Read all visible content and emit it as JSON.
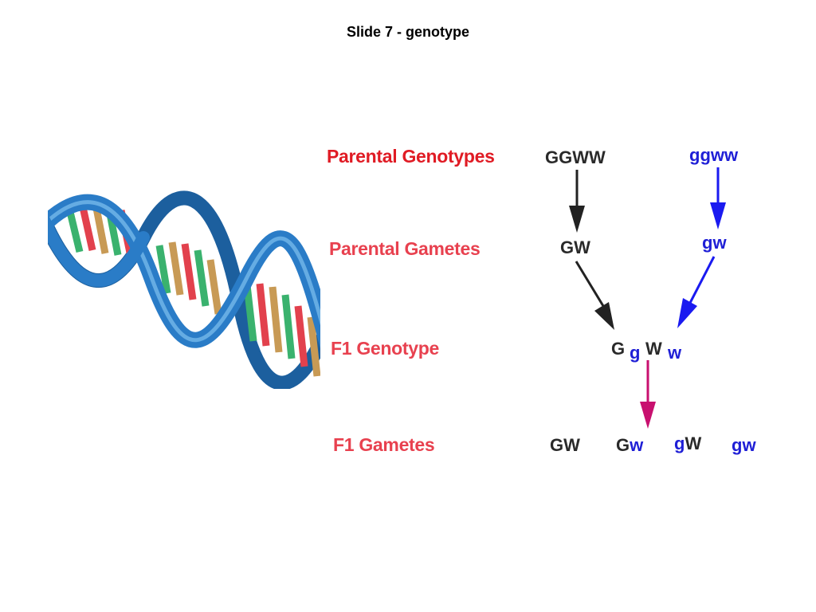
{
  "slide": {
    "title": "Slide 7 - genotype"
  },
  "colors": {
    "label_dark_red": "#e01b24",
    "label_red": "#e8414f",
    "dominant": "#2a2a2a",
    "recessive": "#1f1fd6",
    "arrow_dark": "#222222",
    "arrow_blue": "#1a1af0",
    "arrow_magenta": "#c8106f",
    "dna_blue": "#2a7cc7"
  },
  "labels": {
    "parental_genotypes": "Parental Genotypes",
    "parental_gametes": "Parental Gametes",
    "f1_genotype": "F1 Genotype",
    "f1_gametes": "F1 Gametes"
  },
  "parent1": {
    "genotype": "GGWW",
    "gamete": "GW"
  },
  "parent2": {
    "genotype": "ggww",
    "gamete": "gw"
  },
  "f1": {
    "allele_G": "G",
    "allele_g": "g",
    "allele_W": "W",
    "allele_w": "w"
  },
  "f1_gametes": {
    "gamete1": {
      "g": "G",
      "w": "W"
    },
    "gamete2": {
      "g": "G",
      "w": "w"
    },
    "gamete3": {
      "g": "g",
      "w": "W"
    },
    "gamete4": {
      "g": "g",
      "w": "w"
    }
  }
}
